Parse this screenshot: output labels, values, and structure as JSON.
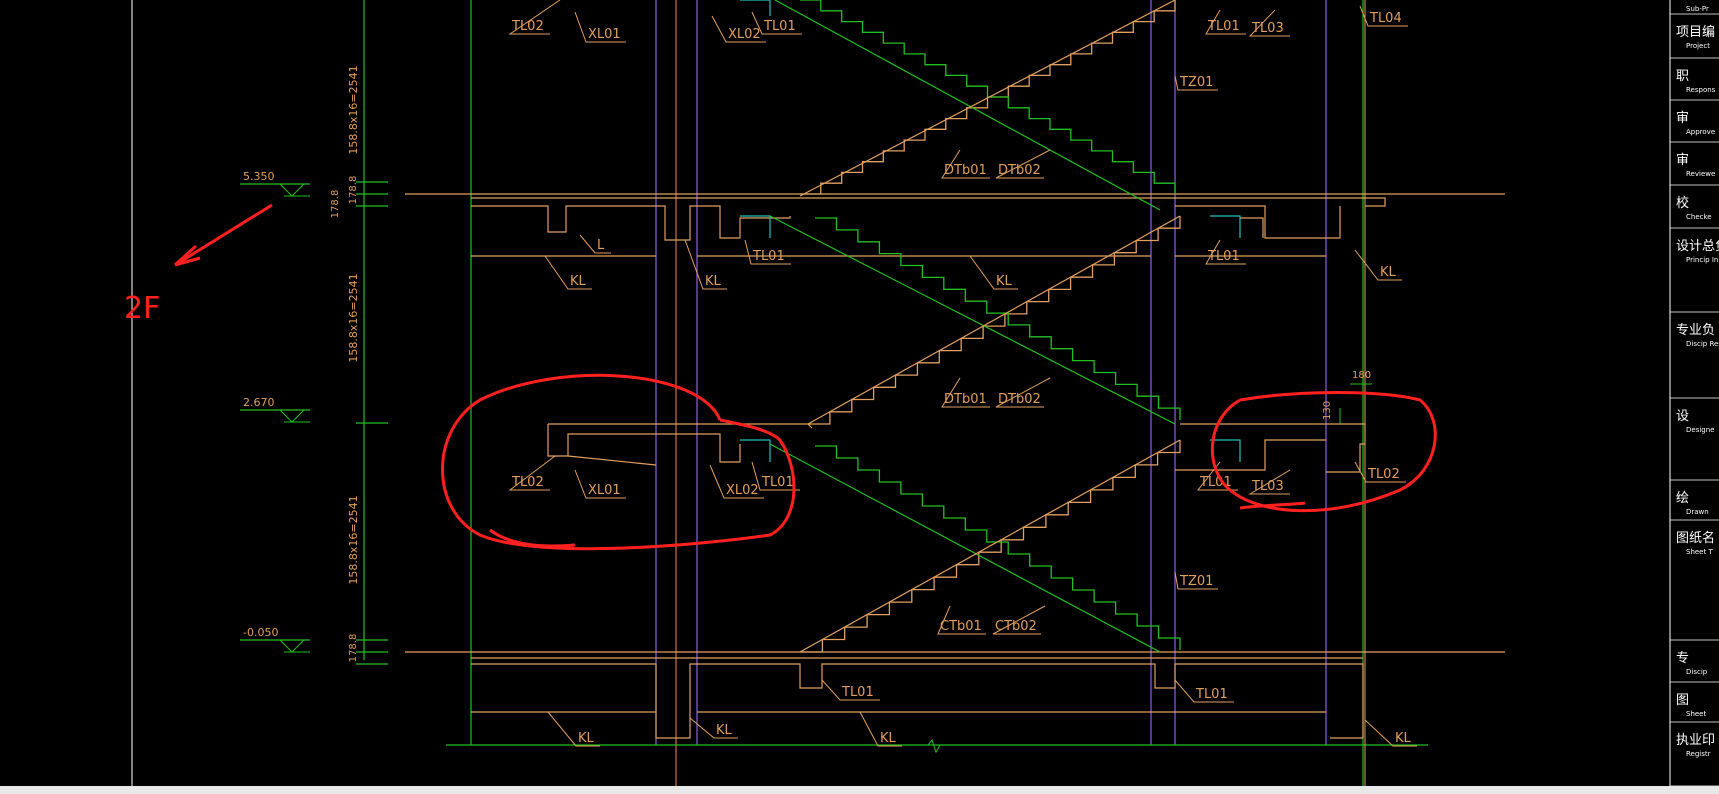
{
  "annotation": {
    "floor": "2F"
  },
  "elevations": [
    "5.350",
    "2.670",
    "-0.050"
  ],
  "dim": {
    "flight": "158.8x16=2541",
    "step": "178.8",
    "w180": "180",
    "h130": "130"
  },
  "labels": {
    "TL01": "TL01",
    "TL02": "TL02",
    "TL03": "TL03",
    "TL04": "TL04",
    "XL01": "XL01",
    "XL02": "XL02",
    "TZ01": "TZ01",
    "KL": "KL",
    "L": "L",
    "DTb01": "DTb01",
    "DTb02": "DTb02",
    "CTb01": "CTb01",
    "CTb02": "CTb02"
  },
  "title_block": [
    {
      "cn": "",
      "en": "Sub-Pr"
    },
    {
      "cn": "项目编",
      "en": "Project"
    },
    {
      "cn": "职",
      "en": "Respons"
    },
    {
      "cn": "审",
      "en": "Approve"
    },
    {
      "cn": "审",
      "en": "Reviewe"
    },
    {
      "cn": "校",
      "en": "Checke"
    },
    {
      "cn": "设计总负",
      "en": "Princip In cha"
    },
    {
      "cn": "专业负",
      "en": "Discip Respon"
    },
    {
      "cn": "设",
      "en": "Designe"
    },
    {
      "cn": "绘",
      "en": "Drawn"
    },
    {
      "cn": "图纸名",
      "en": "Sheet T"
    },
    {
      "cn": "专",
      "en": "Discip"
    },
    {
      "cn": "图",
      "en": "Sheet"
    },
    {
      "cn": "执业印",
      "en": "Registr"
    }
  ],
  "colors": {
    "bg": "#000000",
    "orange": "#e0a060",
    "green": "#22c022",
    "purple": "#9060e0",
    "red": "#ff2020",
    "cyan": "#20c0c0",
    "white": "#ffffff"
  }
}
